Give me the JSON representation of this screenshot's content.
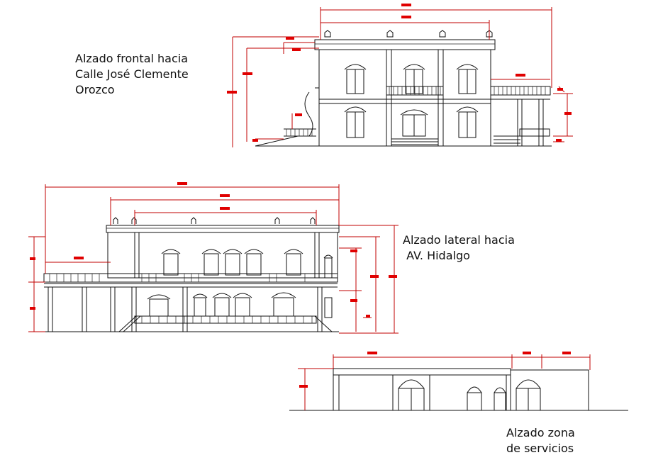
{
  "labels": {
    "front": [
      "Alzado frontal hacia",
      "Calle José Clemente",
      "Orozco"
    ],
    "lateral": [
      "Alzado lateral hacia",
      " AV. Hidalgo"
    ],
    "service": [
      "Alzado zona",
      "de servicios"
    ]
  },
  "colors": {
    "dimension": "#c00000",
    "dimension_tag": "#e00000",
    "linework": "#111111"
  }
}
